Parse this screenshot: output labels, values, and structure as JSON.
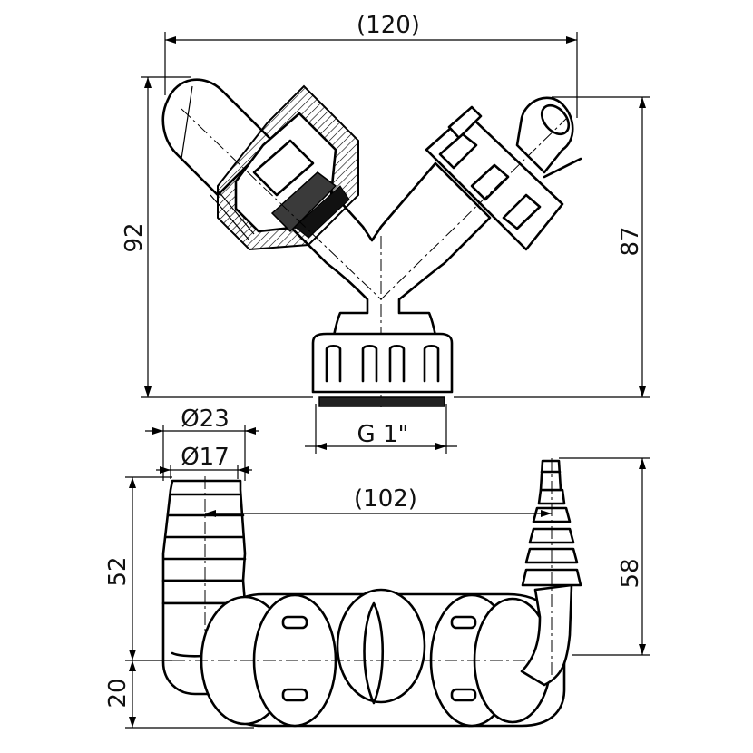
{
  "dimensions": {
    "width_total": "(120)",
    "height_left": "92",
    "height_right": "87",
    "thread": "G 1\"",
    "outer_diameter": "Ø23",
    "inner_diameter": "Ø17",
    "spacing": "(102)",
    "hose_length_left": "52",
    "hose_length_right": "58",
    "base_offset": "20"
  }
}
